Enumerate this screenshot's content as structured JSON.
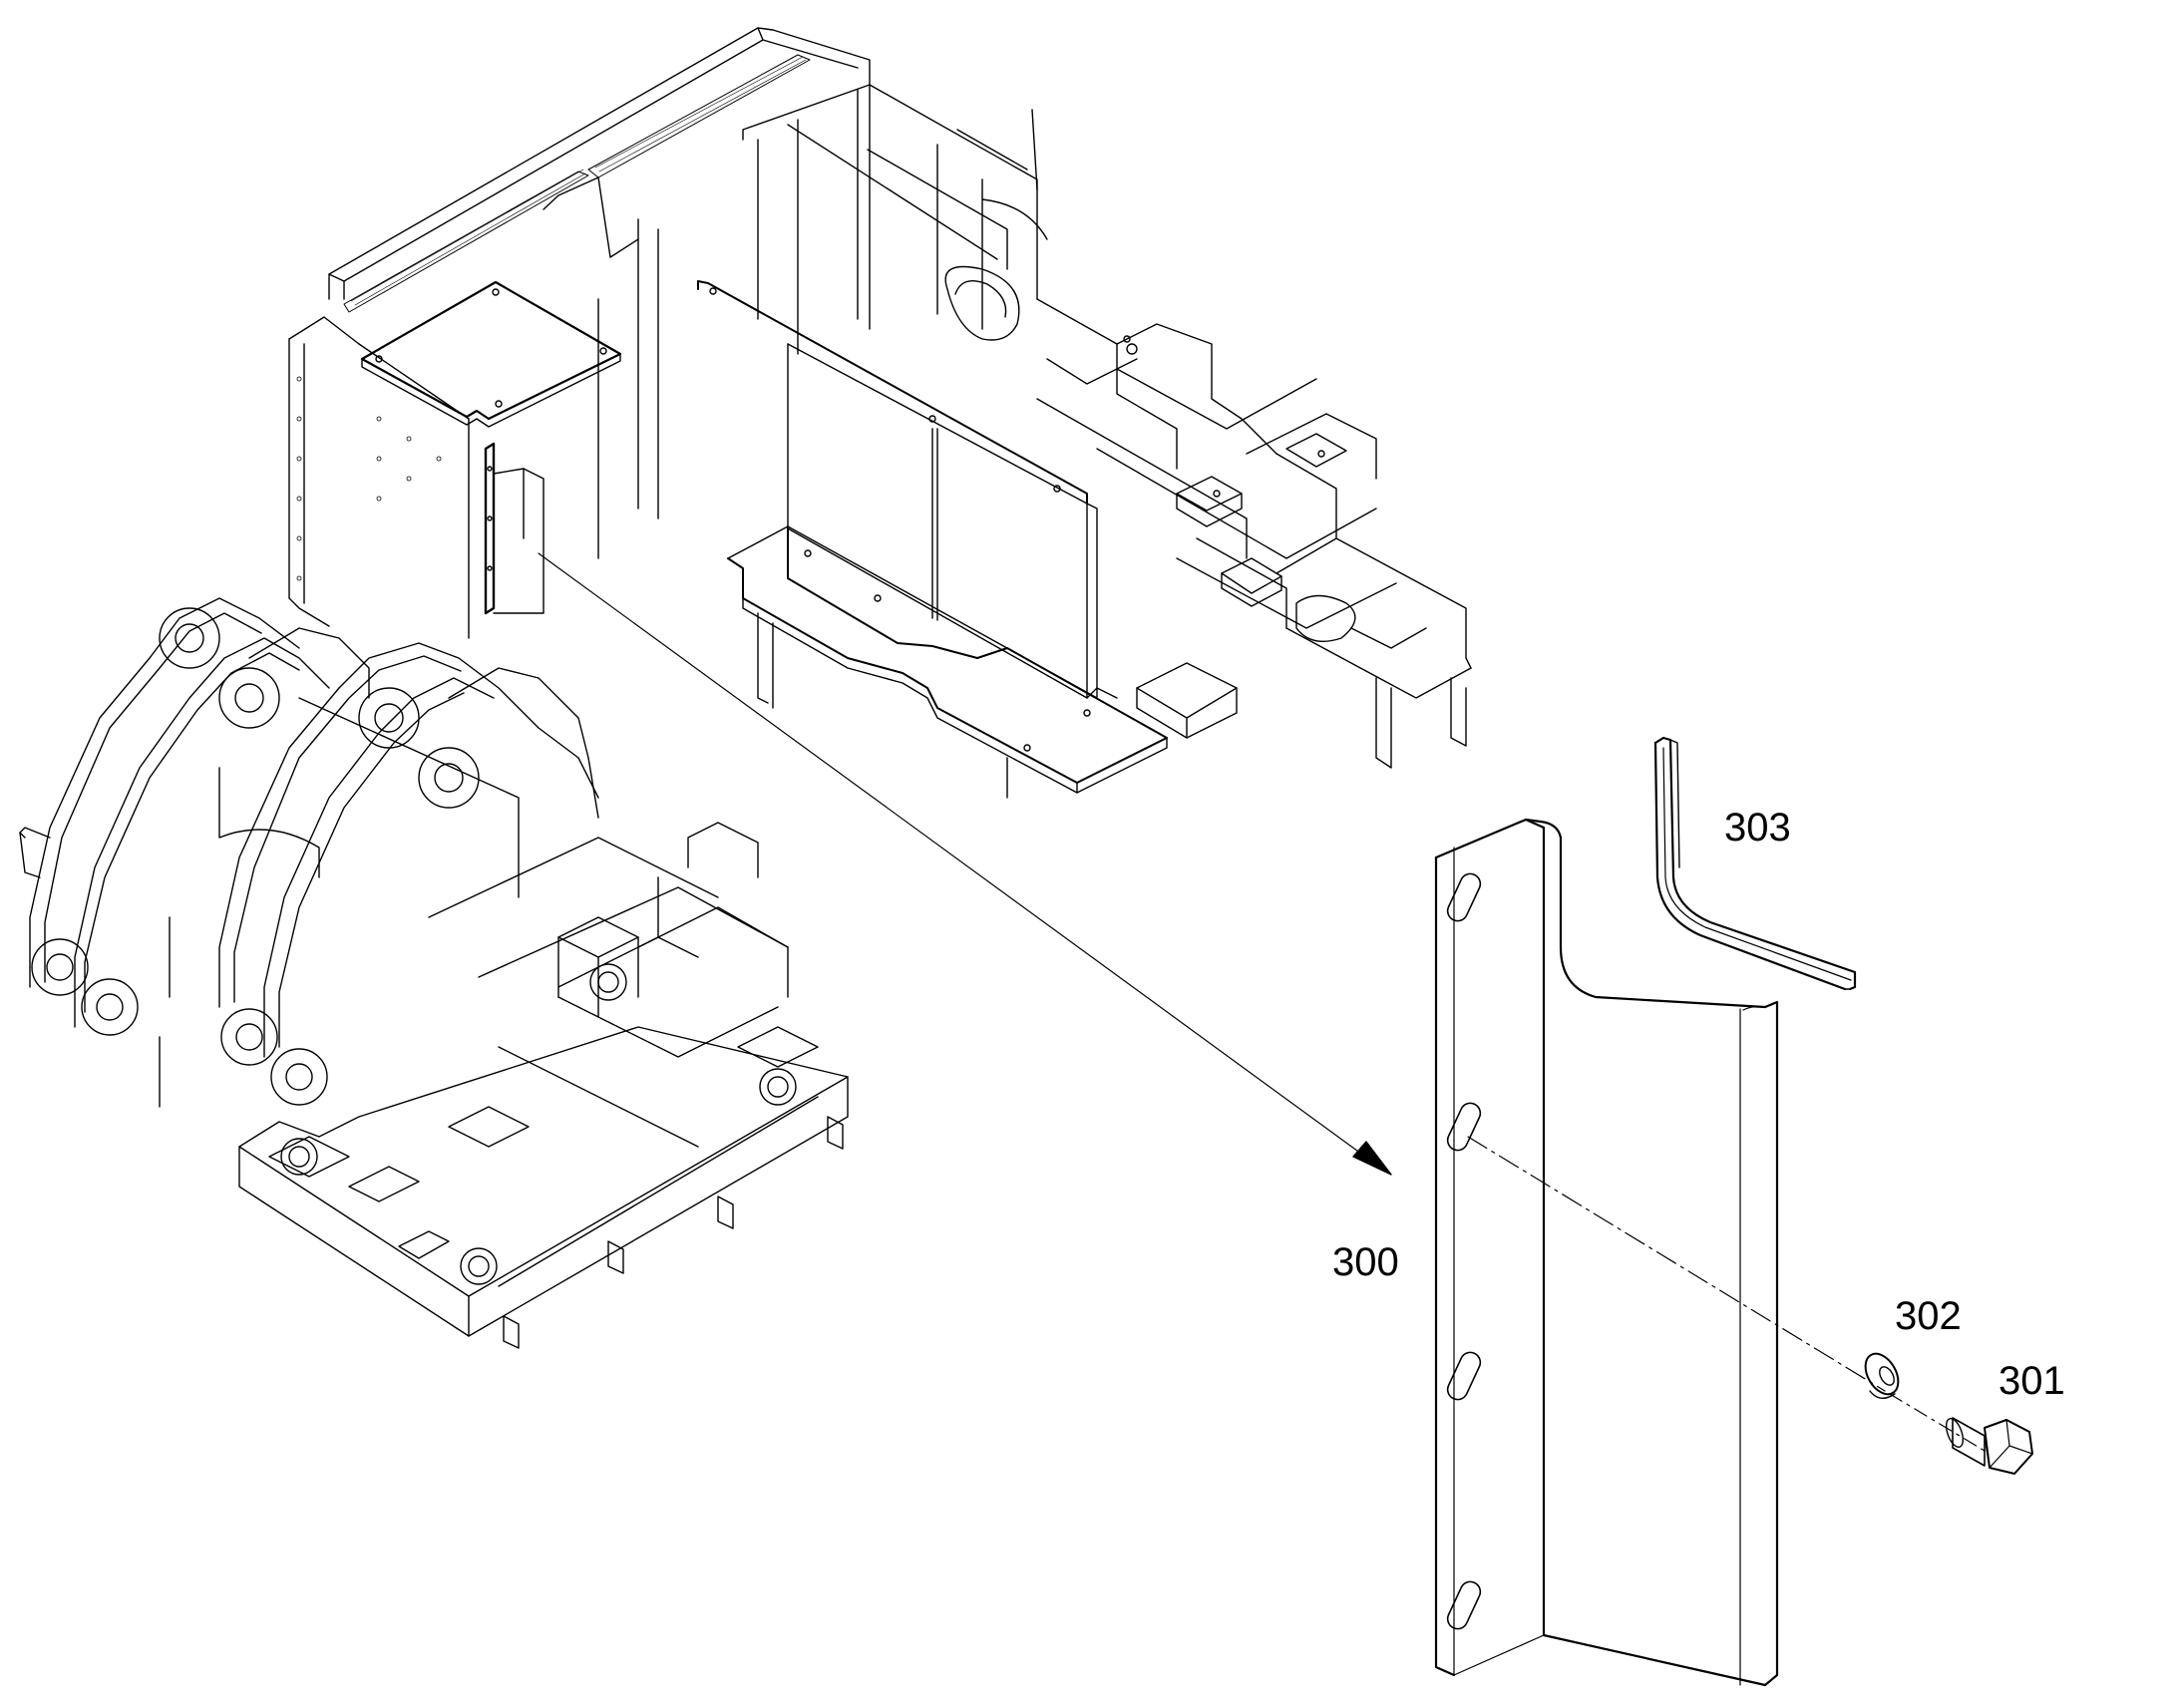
{
  "diagram": {
    "callouts": [
      {
        "id": "300",
        "text": "300"
      },
      {
        "id": "301",
        "text": "301"
      },
      {
        "id": "302",
        "text": "302"
      },
      {
        "id": "303",
        "text": "303"
      }
    ],
    "line_color": "#000000",
    "fill_color": "#ffffff",
    "highlight_color": "#333333"
  }
}
